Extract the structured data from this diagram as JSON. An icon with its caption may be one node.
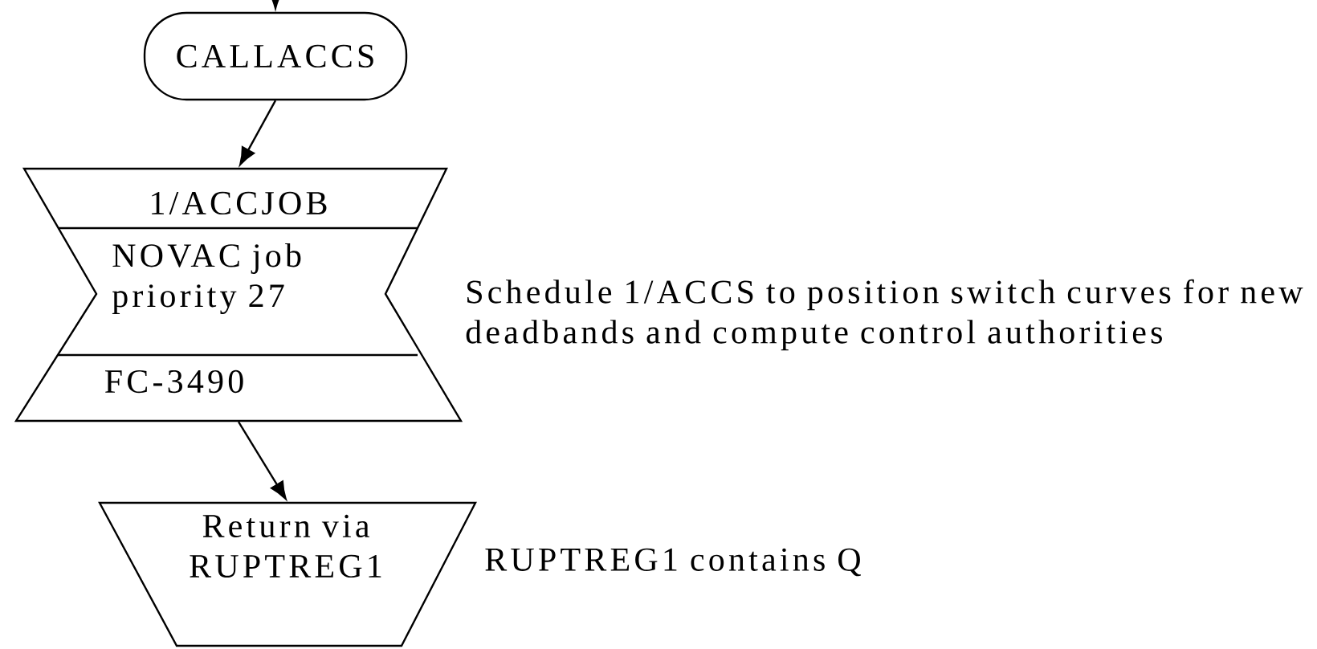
{
  "diagram": {
    "nodes": [
      {
        "text": [
          "CALLACCS"
        ]
      },
      {
        "text": [
          "1/ACCJOB",
          "NOVAC job priority 27",
          "FC-3490"
        ],
        "beside": [
          "Schedule 1/ACCS to position switch curves for new deadbands and compute control authorities"
        ]
      },
      {
        "text": [
          "Return via RUPTREG1"
        ],
        "beside": [
          "RUPTREG1 contains Q"
        ]
      }
    ],
    "edges": [
      {
        "from": null,
        "to": 0,
        "arrow": "to"
      },
      {
        "from": 0,
        "to": 1,
        "arrow": "to"
      },
      {
        "from": 1,
        "to": 2,
        "arrow": "to"
      }
    ]
  }
}
